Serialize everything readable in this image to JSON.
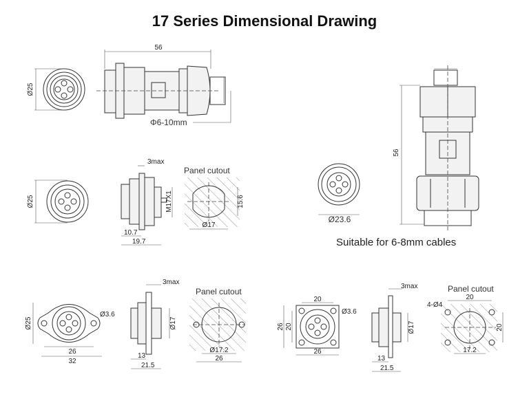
{
  "title": "17 Series Dimensional Drawing",
  "cable_plug": {
    "length": "56",
    "diameter": "Ø25",
    "cable_range": "Φ6-10mm"
  },
  "panel_rear_nut": {
    "diameter": "Ø25",
    "panel_thickness": "3max",
    "thread": "M17X1",
    "dim_a": "10.7",
    "dim_b": "19.7",
    "cutout_label": "Panel cutout",
    "cutout_flat": "15.6",
    "cutout_dia": "Ø17"
  },
  "inline_connector": {
    "length": "56",
    "diameter": "Ø23.6",
    "note": "Suitable for 6-8mm cables"
  },
  "flange_2hole": {
    "diameter": "Ø25",
    "hole": "Ø3.6",
    "hole_spacing": "26",
    "flange_width": "32",
    "panel_thickness": "3max",
    "body_dia": "Ø17",
    "dim_a": "13",
    "dim_b": "21.5",
    "cutout_label": "Panel cutout",
    "cutout_dia": "Ø17.2",
    "cutout_spacing": "26"
  },
  "flange_4hole": {
    "hole_spacing": "20",
    "flange_size": "26",
    "hole_spacing_v": "20",
    "flange_size_v": "26",
    "hole": "Ø3.6",
    "panel_thickness": "3max",
    "body_dia": "Ø17",
    "dim_a": "13",
    "dim_b": "21.5",
    "cutout_label": "Panel cutout",
    "cutout_holes": "4-Ø4",
    "cutout_spacing_h": "20",
    "cutout_spacing_v": "20",
    "cutout_dia": "17.2"
  }
}
